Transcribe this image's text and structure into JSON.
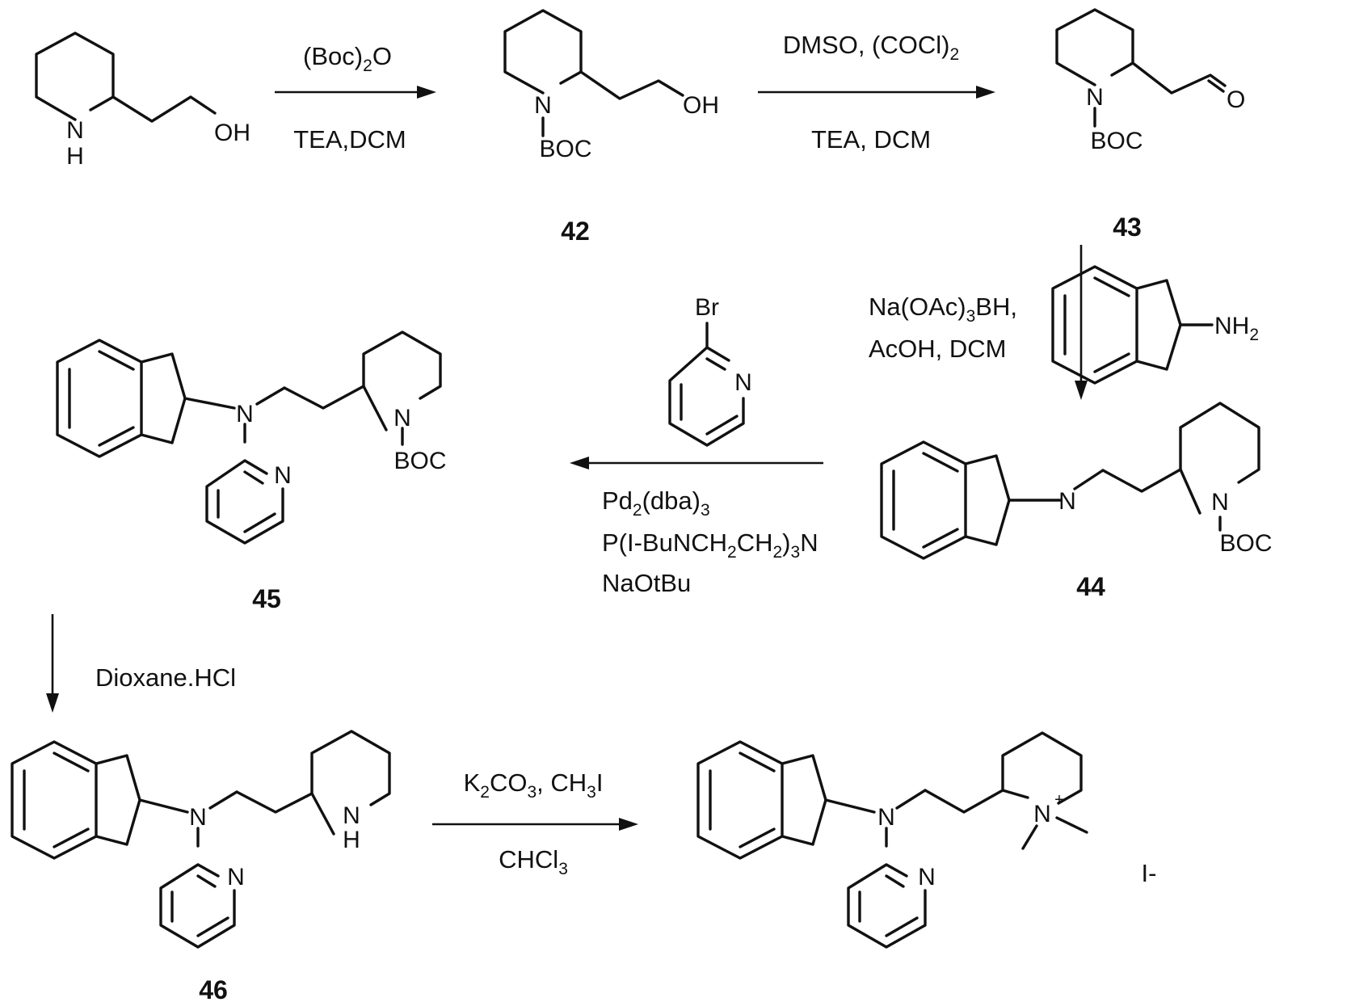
{
  "reaction_scheme": {
    "compound_labels": {
      "c42": "42",
      "c43": "43",
      "c44": "44",
      "c45": "45",
      "c46": "46"
    },
    "atom_labels": {
      "sm_N": "N",
      "sm_H": "H",
      "sm_OH": "OH",
      "c42_N": "N",
      "c42_OH": "OH",
      "c42_BOC": "BOC",
      "c43_N": "N",
      "c43_O": "O",
      "c43_BOC": "BOC",
      "amine_NH": "NH",
      "amine_2": "2",
      "bromo_Br": "Br",
      "bromo_N": "N",
      "c44_amineN": "N",
      "c44_ringN": "N",
      "c44_BOC": "BOC",
      "c45_amineN": "N",
      "c45_pyrN": "N",
      "c45_ringN": "N",
      "c45_BOC": "BOC",
      "c46_amineN": "N",
      "c46_pyrN": "N",
      "c46_ringN": "N",
      "c46_ringH": "H",
      "prod_amineN": "N",
      "prod_pyrN": "N",
      "prod_ringN": "N",
      "prod_plus": "+",
      "counterion": "I-"
    },
    "steps": {
      "step1": {
        "above": {
          "a": "(Boc)",
          "b": "2",
          "c": "O"
        },
        "below": "TEA,DCM"
      },
      "step2": {
        "above": {
          "a": "DMSO, (COCl)",
          "b": "2"
        },
        "below": "TEA, DCM"
      },
      "step3": {
        "line1": {
          "a": "Na(OAc)",
          "b": "3",
          "c": "BH,"
        },
        "line2": "AcOH, DCM"
      },
      "step4": {
        "line1": {
          "a": "Pd",
          "b": "2",
          "c": "(dba)",
          "d": "3"
        },
        "line2": {
          "a": "P(I-BuNCH",
          "b": "2",
          "c": "CH",
          "d": "2",
          "e": ")",
          "f": "3",
          "g": "N"
        },
        "line3": "NaOtBu"
      },
      "step5": {
        "label": "Dioxane.HCl"
      },
      "step6": {
        "above": {
          "a": "K",
          "b": "2",
          "c": "CO",
          "d": "3",
          "e": ", CH",
          "f": "3",
          "g": "I"
        },
        "below": {
          "a": "CHCl",
          "b": "3"
        }
      }
    }
  }
}
